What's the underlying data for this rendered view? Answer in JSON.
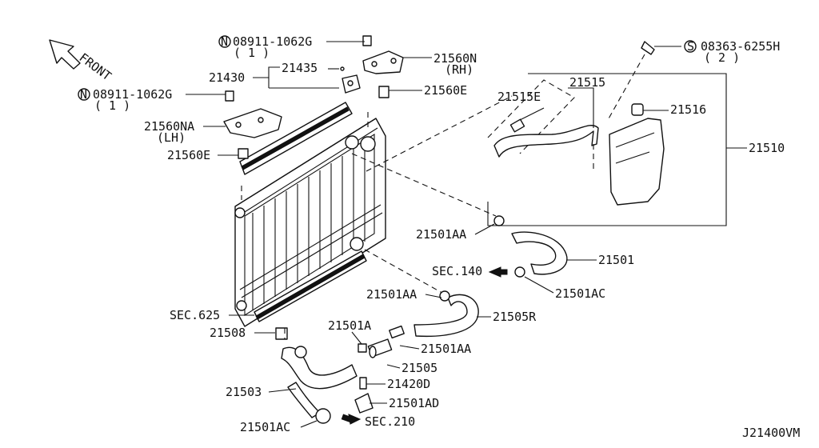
{
  "front_label": "FRONT",
  "diagram_code": "J21400VM",
  "callouts": [
    {
      "id": "c0",
      "text": "08911-1062G",
      "qty": "( 1 )",
      "prefix": "N"
    },
    {
      "id": "c1",
      "text": "08911-1062G",
      "qty": "( 1 )",
      "prefix": "N"
    },
    {
      "id": "c2",
      "text": "08363-6255H",
      "qty": "( 2 )",
      "prefix": "S"
    },
    {
      "id": "c3",
      "text": "21560N",
      "qty": "(RH)"
    },
    {
      "id": "c4",
      "text": "21560NA",
      "qty": "(LH)"
    },
    {
      "id": "c5",
      "text": "21435"
    },
    {
      "id": "c6",
      "text": "21430"
    },
    {
      "id": "c7",
      "text": "21560E"
    },
    {
      "id": "c8",
      "text": "21560E"
    },
    {
      "id": "c9",
      "text": "21515"
    },
    {
      "id": "c10",
      "text": "21515E"
    },
    {
      "id": "c11",
      "text": "21516"
    },
    {
      "id": "c12",
      "text": "21510"
    },
    {
      "id": "c13",
      "text": "21501AA"
    },
    {
      "id": "c14",
      "text": "21501"
    },
    {
      "id": "c15",
      "text": "SEC.140"
    },
    {
      "id": "c16",
      "text": "21501AC"
    },
    {
      "id": "c17",
      "text": "21501AA"
    },
    {
      "id": "c18",
      "text": "21505R"
    },
    {
      "id": "c19",
      "text": "SEC.625"
    },
    {
      "id": "c20",
      "text": "21508"
    },
    {
      "id": "c21",
      "text": "21501A"
    },
    {
      "id": "c22",
      "text": "21501AA"
    },
    {
      "id": "c23",
      "text": "21505"
    },
    {
      "id": "c24",
      "text": "21420D"
    },
    {
      "id": "c25",
      "text": "21503"
    },
    {
      "id": "c26",
      "text": "21501AD"
    },
    {
      "id": "c27",
      "text": "21501AC"
    },
    {
      "id": "c28",
      "text": "SEC.210"
    }
  ]
}
